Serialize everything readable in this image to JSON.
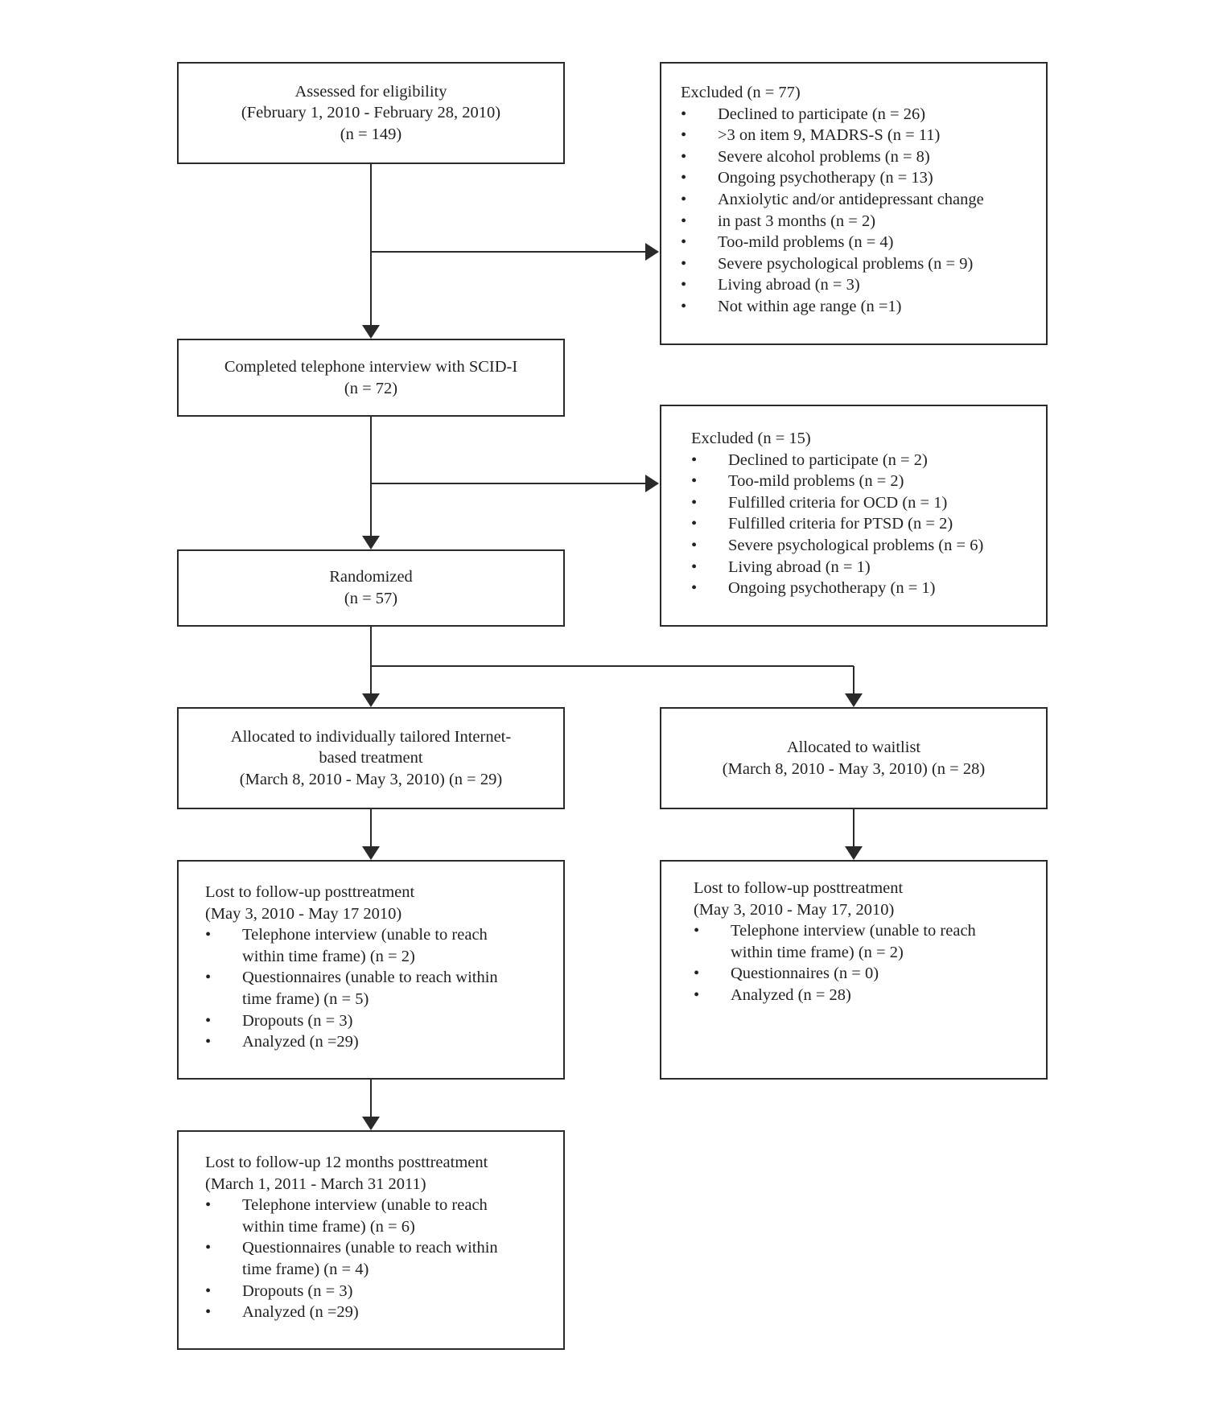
{
  "eligibility": {
    "lines": [
      "Assessed for eligibility",
      "(February 1, 2010 - February 28, 2010)",
      "(n = 149)"
    ]
  },
  "excluded1": {
    "title": "Excluded (n = 77)",
    "bullet": "•",
    "items": [
      [
        "Declined to participate (n = 26)"
      ],
      [
        ">3 on item 9, MADRS-S (n = 11)"
      ],
      [
        "Severe alcohol problems (n = 8)"
      ],
      [
        "Ongoing psychotherapy (n = 13)"
      ],
      [
        "Anxiolytic and/or antidepressant change"
      ],
      [
        "in past 3 months (n = 2)"
      ],
      [
        "Too-mild problems (n = 4)"
      ],
      [
        "Severe psychological problems (n = 9)"
      ],
      [
        "Living abroad (n = 3)"
      ],
      [
        "Not within age range (n =1)"
      ]
    ]
  },
  "interview": {
    "lines": [
      "Completed telephone interview with SCID-I",
      "(n = 72)"
    ]
  },
  "excluded2": {
    "title": "Excluded (n = 15)",
    "bullet": "•",
    "items": [
      [
        "Declined to participate (n = 2)"
      ],
      [
        "Too-mild problems (n = 2)"
      ],
      [
        "Fulfilled criteria for OCD (n = 1)"
      ],
      [
        "Fulfilled criteria for PTSD (n = 2)"
      ],
      [
        "Severe psychological problems (n = 6)"
      ],
      [
        "Living abroad (n = 1)"
      ],
      [
        "Ongoing psychotherapy (n = 1)"
      ]
    ]
  },
  "randomized": {
    "lines": [
      "Randomized",
      "(n = 57)"
    ]
  },
  "treatment": {
    "lines": [
      "Allocated to individually tailored Internet-",
      "based treatment",
      "(March 8, 2010 - May 3, 2010) (n = 29)"
    ]
  },
  "waitlist": {
    "lines": [
      "Allocated to waitlist",
      "(March 8, 2010 - May 3, 2010) (n = 28)"
    ]
  },
  "lost_treatment": {
    "title": [
      "Lost to follow-up posttreatment",
      "(May 3, 2010 - May 17 2010)"
    ],
    "bullet": "•",
    "items": [
      [
        "Telephone interview (unable to reach",
        "within time frame) (n = 2)"
      ],
      [
        "Questionnaires (unable to reach within",
        "time frame) (n = 5)"
      ],
      [
        "Dropouts (n = 3)"
      ],
      [
        "Analyzed (n =29)"
      ]
    ]
  },
  "lost_waitlist": {
    "title": [
      "Lost to follow-up posttreatment",
      "(May 3, 2010 - May 17, 2010)"
    ],
    "bullet": "•",
    "items": [
      [
        "Telephone interview (unable to reach",
        "within time frame) (n = 2)"
      ],
      [
        "Questionnaires (n = 0)"
      ],
      [
        "Analyzed (n = 28)"
      ]
    ]
  },
  "lost_12m": {
    "title": [
      "Lost to follow-up 12 months posttreatment",
      "(March 1, 2011 - March 31 2011)"
    ],
    "bullet": "•",
    "items": [
      [
        "Telephone interview (unable to reach",
        "within time frame) (n = 6)"
      ],
      [
        "Questionnaires (unable to reach within",
        "time frame) (n = 4)"
      ],
      [
        "Dropouts (n = 3)"
      ],
      [
        "Analyzed (n =29)"
      ]
    ]
  }
}
